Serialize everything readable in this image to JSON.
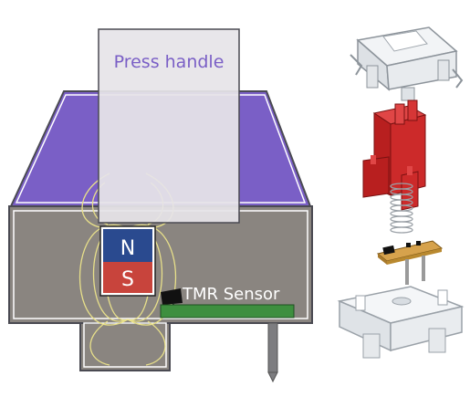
{
  "labels": {
    "press_handle": "Press handle",
    "north": "N",
    "south": "S",
    "sensor": "TMR Sensor"
  },
  "colors": {
    "top_face": "#7a5fc6",
    "body_face": "#8a8580",
    "handle": "#e6e4e8",
    "label_purple": "#7a5fc6",
    "magnet_north": "#2a4a8f",
    "magnet_south": "#c8443c",
    "sensor_bar": "#3e8f3f",
    "field_lines": "#e8e08a",
    "stem_red": "#cc2a2a",
    "housing_white": "#e9ecef"
  },
  "icons": {
    "magnet": "bar-magnet-icon",
    "sensor_chip": "chip-icon",
    "spring": "spring-icon"
  }
}
